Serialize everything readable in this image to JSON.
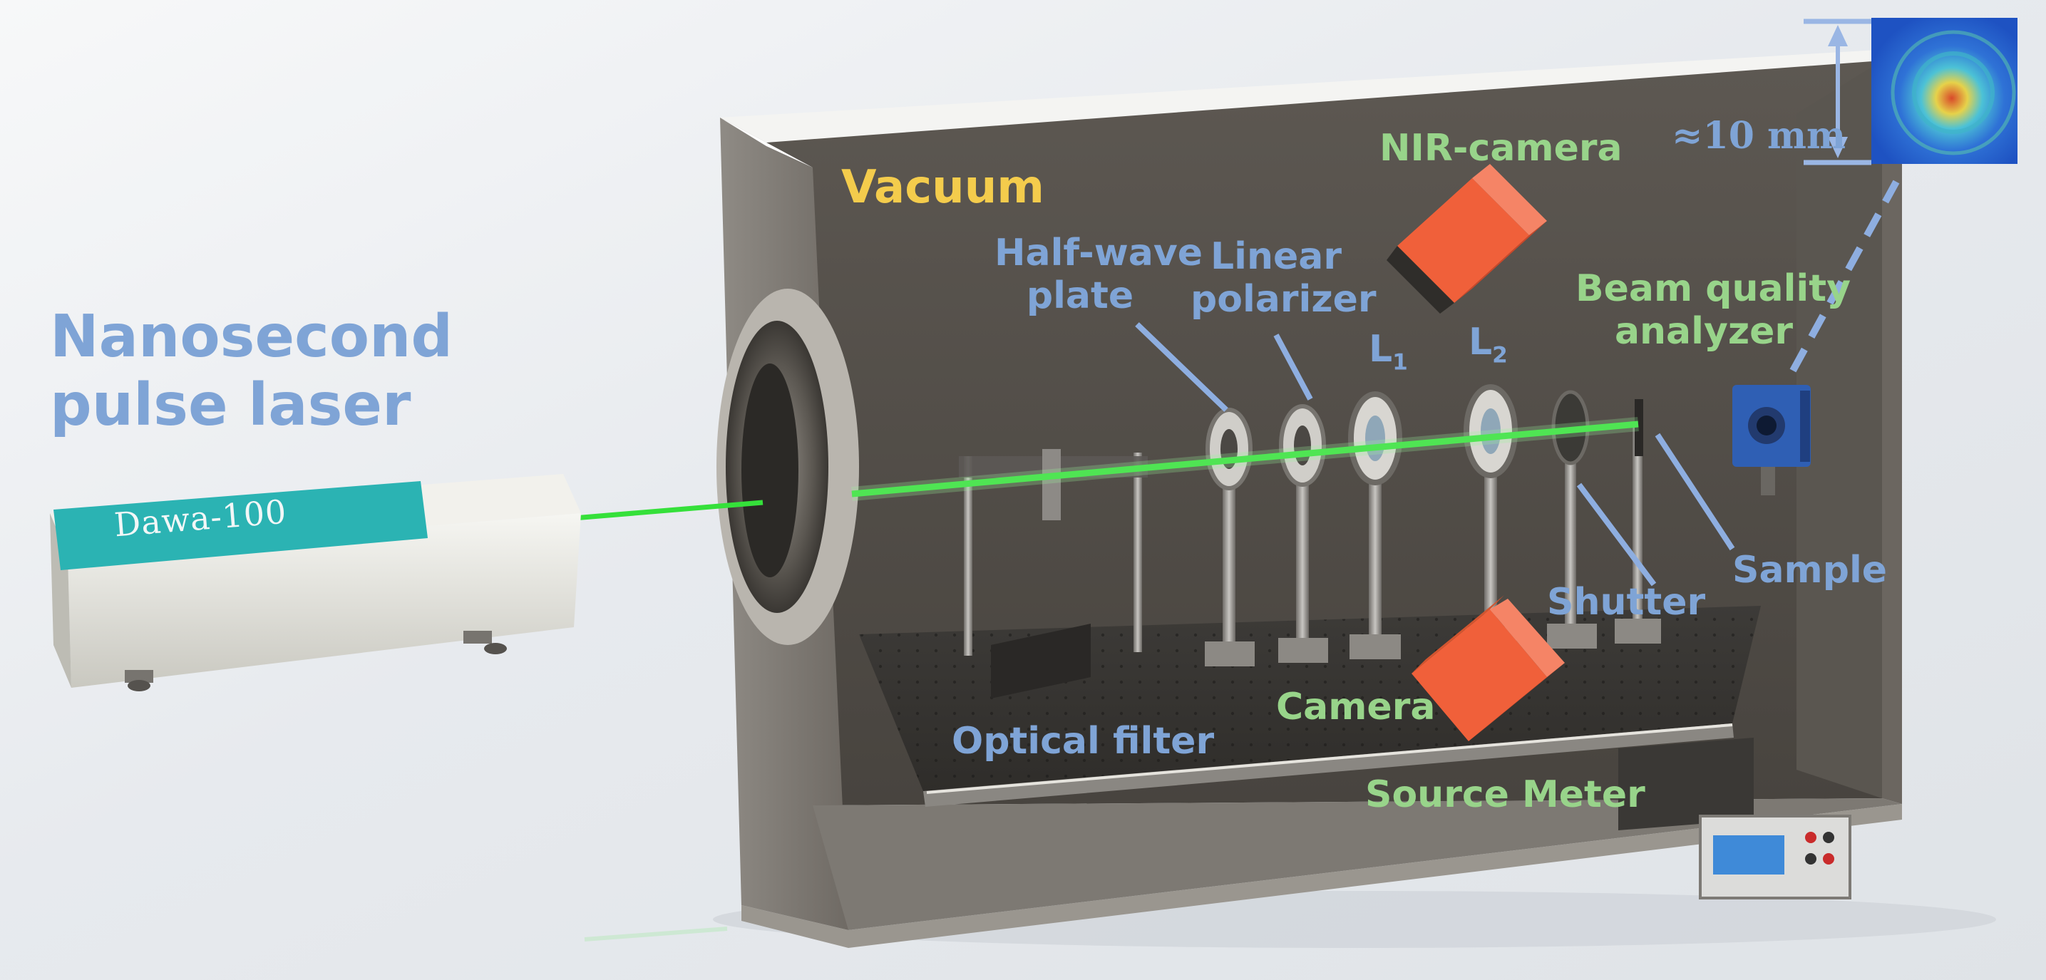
{
  "labels": {
    "laser_line1": "Nanosecond",
    "laser_line2": "pulse laser",
    "laser_model": "Dawa-100",
    "chamber": "Vacuum",
    "nir_camera": "NIR-camera",
    "half_wave_line1": "Half-wave",
    "half_wave_line2": "plate",
    "linear_pol_line1": "Linear",
    "linear_pol_line2": "polarizer",
    "lens1_letter": "L",
    "lens1_sub": "1",
    "lens2_letter": "L",
    "lens2_sub": "2",
    "beam_analyzer_line1": "Beam quality",
    "beam_analyzer_line2": "analyzer",
    "sample": "Sample",
    "shutter": "Shutter",
    "camera": "Camera",
    "optical_filter": "Optical filter",
    "source_meter": "Source Meter",
    "scale": "≈10 mm"
  },
  "colors": {
    "label_blue": "#7fa4d6",
    "label_green": "#98d48a",
    "label_yellow": "#f4cc4c",
    "laser_beam": "#35e03a",
    "laser_head": "#2bb3b3",
    "camera_orange": "#f0603a",
    "analyzer_blue": "#2f5fb4"
  },
  "icons": {
    "laser": "laser-head-icon",
    "camera": "camera-icon",
    "nir_camera": "nir-camera-icon",
    "analyzer": "beam-analyzer-icon",
    "source_meter": "source-meter-icon"
  }
}
